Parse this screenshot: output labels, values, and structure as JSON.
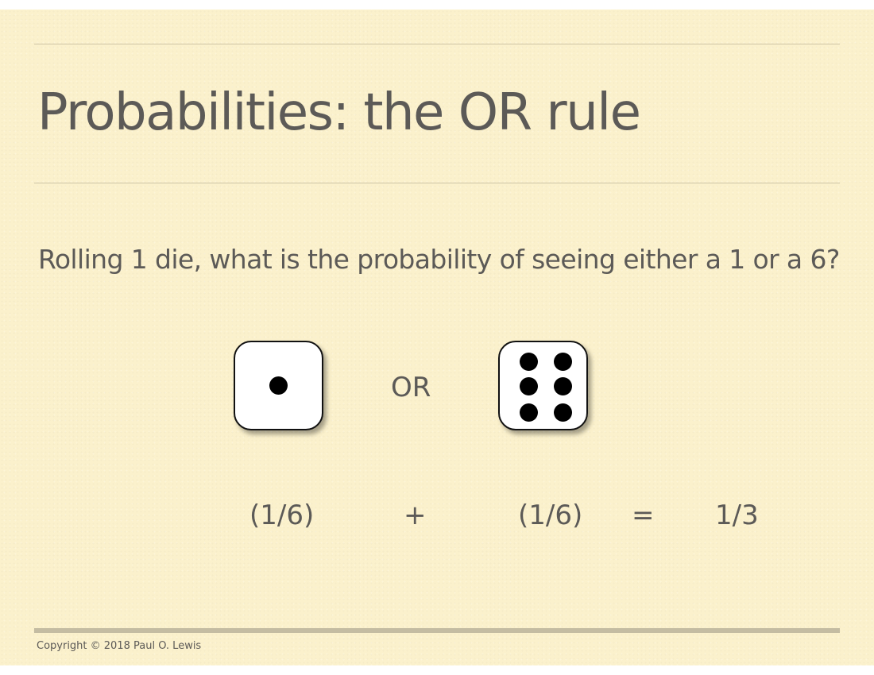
{
  "slide": {
    "title": "Probabilities: the OR rule",
    "question": "Rolling 1 die, what is the probability of seeing either a 1 or a 6?",
    "dice": [
      {
        "face": 1,
        "icon": "die-face-one-icon"
      },
      {
        "face": 6,
        "icon": "die-face-six-icon"
      }
    ],
    "or_label": "OR",
    "equation": {
      "term1": "(1/6)",
      "plus": "+",
      "term2": "(1/6)",
      "equals": "=",
      "result": "1/3"
    },
    "copyright": "Copyright © 2018 Paul O. Lewis"
  },
  "colors": {
    "background": "#fbf1cc",
    "text": "#5c5a57",
    "rule": "#cfc6a8",
    "die_face": "#ffffff",
    "pip": "#000000"
  }
}
